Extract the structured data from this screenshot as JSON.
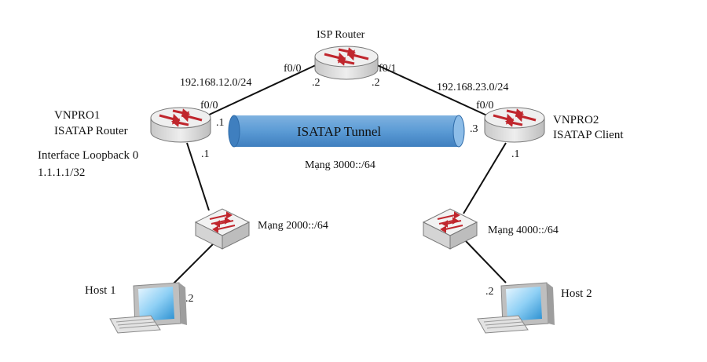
{
  "isp_router": {
    "name": "ISP Router",
    "if_left": "f0/0",
    "if_right": "f0/1",
    "ip_left": ".2",
    "ip_right": ".2"
  },
  "vnpro1": {
    "name": "VNPRO1",
    "role": "ISATAP Router",
    "if_wan": "f0/0",
    "ip_wan": ".1",
    "ip_lan": ".1",
    "loopback_label": "Interface Loopback 0",
    "loopback_ip": "1.1.1.1/32"
  },
  "vnpro2": {
    "name": "VNPRO2",
    "role": "ISATAP Client",
    "if_wan": "f0/0",
    "ip_wan": ".3",
    "ip_lan": ".1"
  },
  "links": {
    "left_subnet": "192.168.12.0/24",
    "right_subnet": "192.168.23.0/24"
  },
  "tunnel": {
    "label": "ISATAP Tunnel",
    "network": "Mạng 3000::/64",
    "color": "#5b9bd5"
  },
  "switch_left": {
    "network": "Mạng 2000::/64"
  },
  "switch_right": {
    "network": "Mạng 4000::/64"
  },
  "host1": {
    "name": "Host 1",
    "ip": ".2"
  },
  "host2": {
    "name": "Host 2",
    "ip": ".2"
  },
  "colors": {
    "arrow": "#c0262d",
    "device_body": "#d9d9d9",
    "device_top": "#efefef"
  }
}
